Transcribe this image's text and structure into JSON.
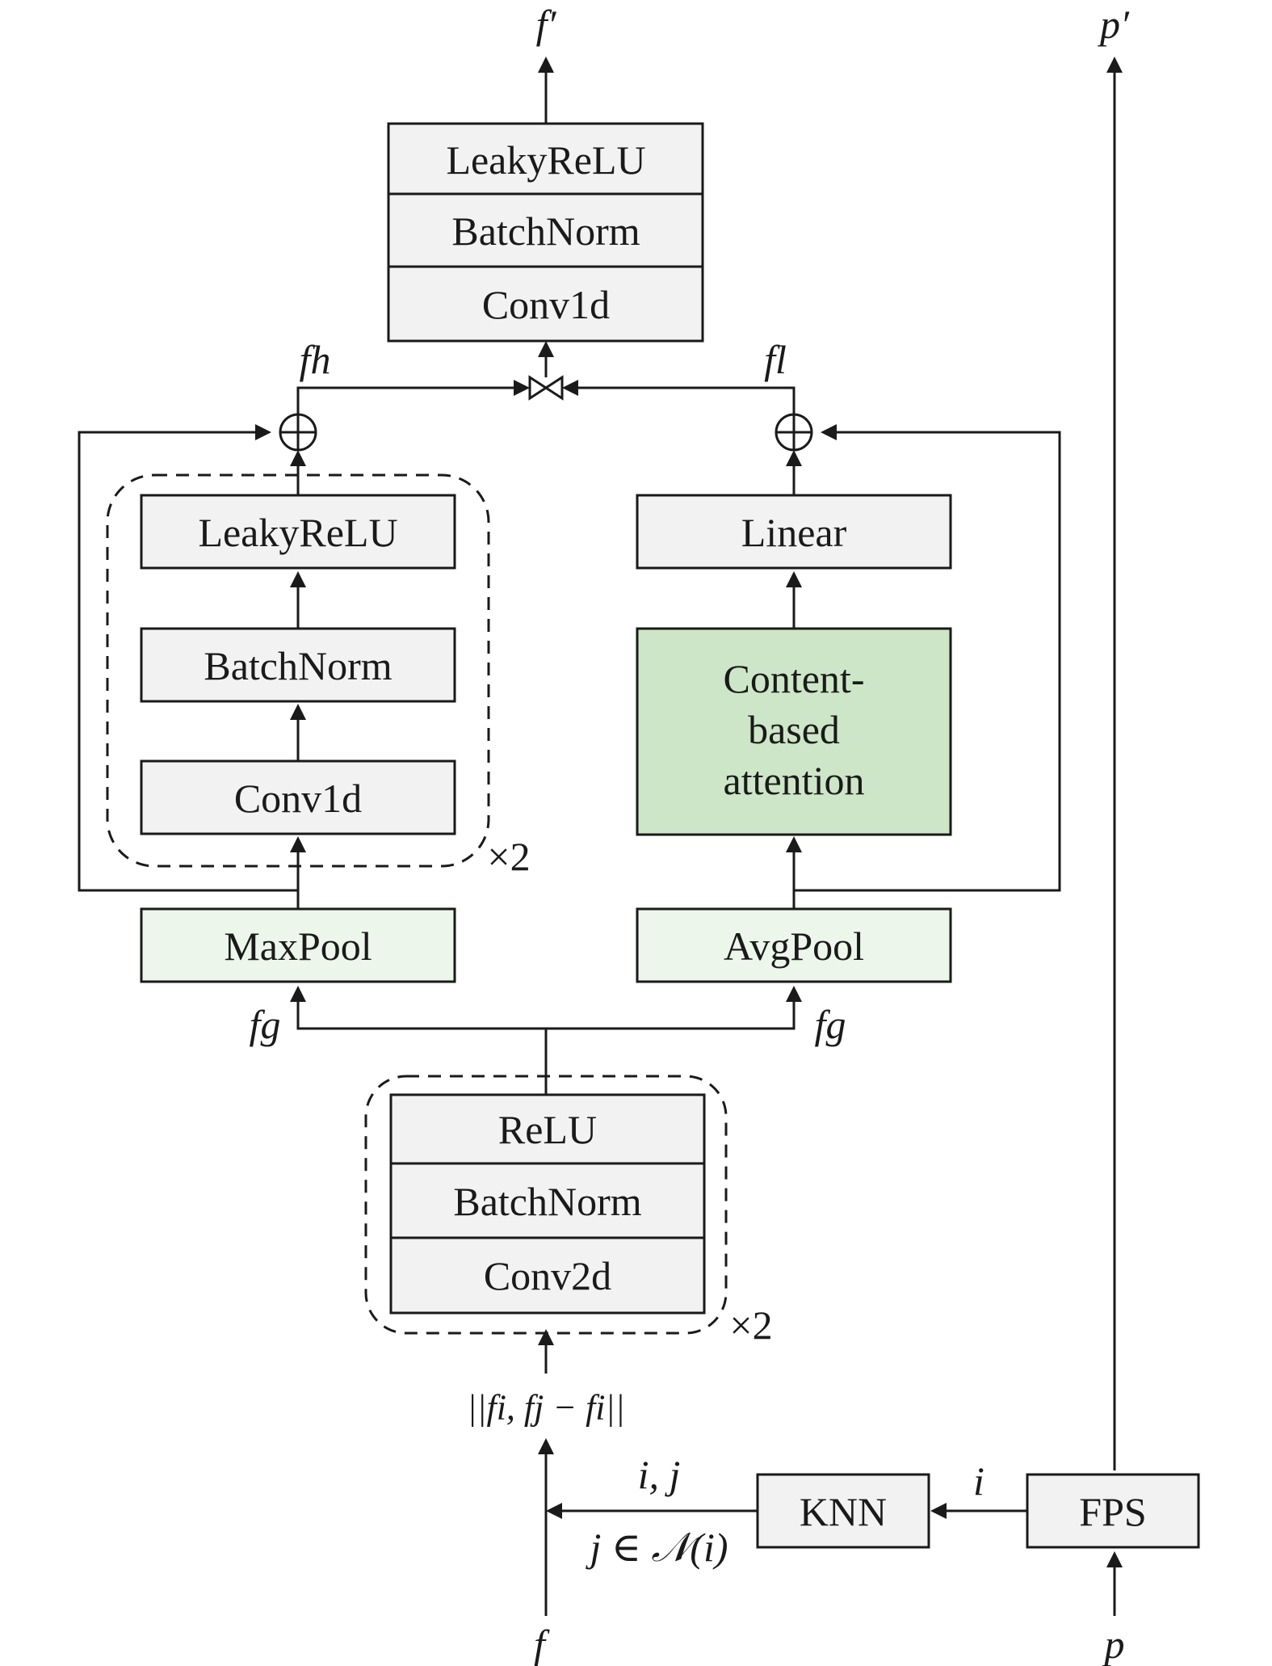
{
  "top_block": {
    "l1": "LeakyReLU",
    "l2": "BatchNorm",
    "l3": "Conv1d"
  },
  "left_block": {
    "l1": "LeakyReLU",
    "l2": "BatchNorm",
    "l3": "Conv1d",
    "repeat": "×2"
  },
  "right_block": {
    "linear": "Linear",
    "attention": [
      "Content-",
      "based",
      "attention"
    ]
  },
  "pools": {
    "max": "MaxPool",
    "avg": "AvgPool"
  },
  "bottom_block": {
    "l1": "ReLU",
    "l2": "BatchNorm",
    "l3": "Conv2d",
    "repeat": "×2"
  },
  "knn": "KNN",
  "fps": "FPS",
  "labels": {
    "f_out": "f′",
    "p_out": "p′",
    "f_h": "fh",
    "f_l": "fl",
    "f_g_left": "fg",
    "f_g_right": "fg",
    "concat": "||fi, fj − fi||",
    "ij": "i, j",
    "i": "i",
    "neighbors": "j ∈ 𝒩(i)",
    "f_in": "f",
    "p_in": "p"
  }
}
